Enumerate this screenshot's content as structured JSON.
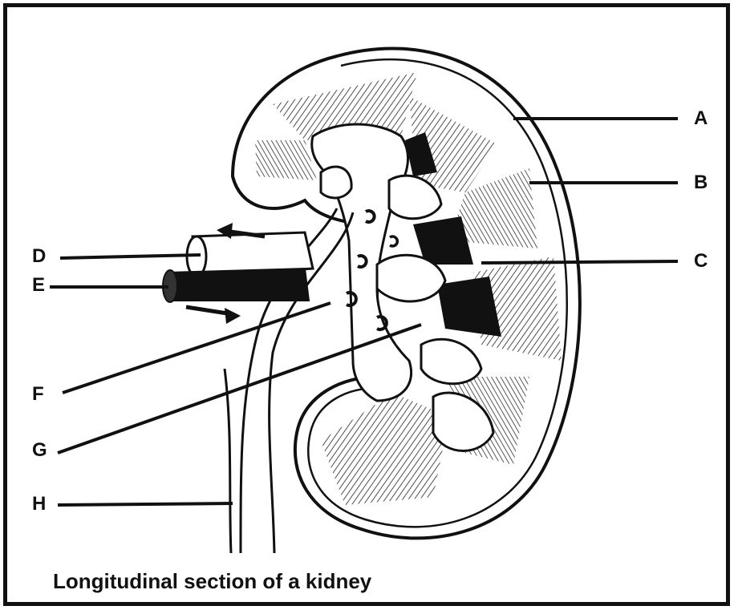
{
  "caption": "Longitudinal section of a kidney",
  "labels": {
    "a": "A",
    "b": "B",
    "c": "C",
    "d": "D",
    "e": "E",
    "f": "F",
    "g": "G",
    "h": "H"
  }
}
